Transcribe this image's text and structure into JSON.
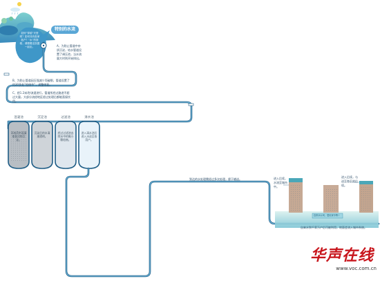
{
  "title": "特别的水流",
  "intro_text": "如何“穿越”天堂呢？如何流向各家各户？“水”的旅程，请跟着这张图一起走。",
  "step_a": "A、为防止管道中杂质沉淀，给水管道设置了调压池，当水流量大时则开始排出。",
  "step_b": "B、为防止管道因压强减少而破裂，管道设置了约30多处“检修节”，调整修复。",
  "step_c": "C、经1.2米/秒流速进行，管道所经过路途不超过大量，大部分流经地区经过处理后都能直接饮用。",
  "tanks": [
    {
      "label": "混凝池",
      "text": "添加药剂混凝使悬浮物沉淀。",
      "fill": "#b8bec4"
    },
    {
      "label": "沉淀池",
      "text": "沉淀后的水清澈透明。",
      "fill": "#cfd4d9"
    },
    {
      "label": "过滤池",
      "text": "经过过滤池去除水中的微小颗粒物。",
      "fill": "#dfe7ee"
    },
    {
      "label": "清水池",
      "text": "进入清水池后进入水送至各用户。",
      "fill": "#e9f3fa"
    }
  ],
  "pipe_note": "到达的水处理需经过多次处理，便于输送。",
  "right_note_left": "进入后续，水流至城市中。",
  "right_note_right": "进入后续，与送至各区的后续。",
  "basin_note": "自来水公司，居民家中等 I",
  "bottom_note": "自来水到千家万户后可被利用，地面会流入城市系统。",
  "logo": {
    "name": "华声在线",
    "url": "www.voc.com.cn"
  },
  "colors": {
    "pipe": "#1f5d86",
    "water": "#5aa7d6",
    "accent": "#7bc4e6",
    "hill": "#3f8fb8",
    "logo": "#c8161d"
  },
  "icons": [
    "sun-icon",
    "rain-icon",
    "cloud-icon",
    "valve-icon",
    "building-icon",
    "tree-icon"
  ]
}
